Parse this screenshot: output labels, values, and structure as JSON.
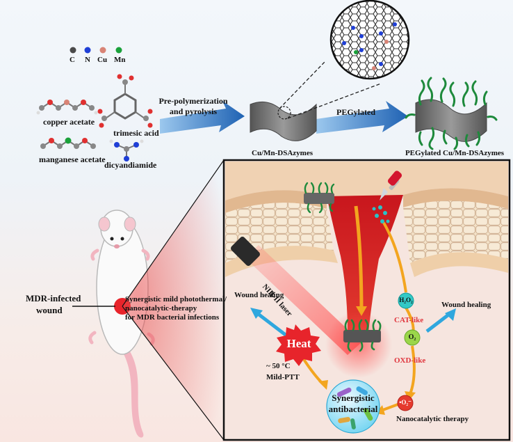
{
  "legend": {
    "items": [
      {
        "symbol": "C",
        "color": "#4a4a4a"
      },
      {
        "symbol": "N",
        "color": "#1f3fd6"
      },
      {
        "symbol": "Cu",
        "color": "#d98476"
      },
      {
        "symbol": "Mn",
        "color": "#1aa13a"
      }
    ]
  },
  "precursors": {
    "copper_acetate": "copper acetate",
    "manganese_acetate": "manganese acetate",
    "trimesic_acid": "trimesic acid",
    "dicyandiamide": "dicyandiamide"
  },
  "synthesis": {
    "step1": "Pre-polymerization",
    "step1b": "and pyrolysis",
    "product1": "Cu/Mn-DSAzymes",
    "step2": "PEGylated",
    "product2": "PEGylated Cu/Mn-DSAzymes"
  },
  "mouse": {
    "wound_label_1": "MDR-infected",
    "wound_label_2": "wound",
    "therapy_1": "Synergistic mild photothermal/",
    "therapy_2": "nanocatalytic-therapy",
    "therapy_3": "for MDR bacterial infections"
  },
  "panel": {
    "laser": "NIR-II laser",
    "wound_healing_left": "Wound healing",
    "heat": "Heat",
    "temperature": "~ 50 °C",
    "mild_ptt": "Mild-PTT",
    "synergy_1": "Synergistic",
    "synergy_2": "antibacterial",
    "h2o2": "H₂O₂",
    "cat_like": "CAT-like",
    "o2": "O₂",
    "oxd_like": "OXD-like",
    "superoxide": "•O₂⁻",
    "wound_healing_right": "Wound healing",
    "nanocatalytic": "Nanocatalytic therapy"
  }
}
